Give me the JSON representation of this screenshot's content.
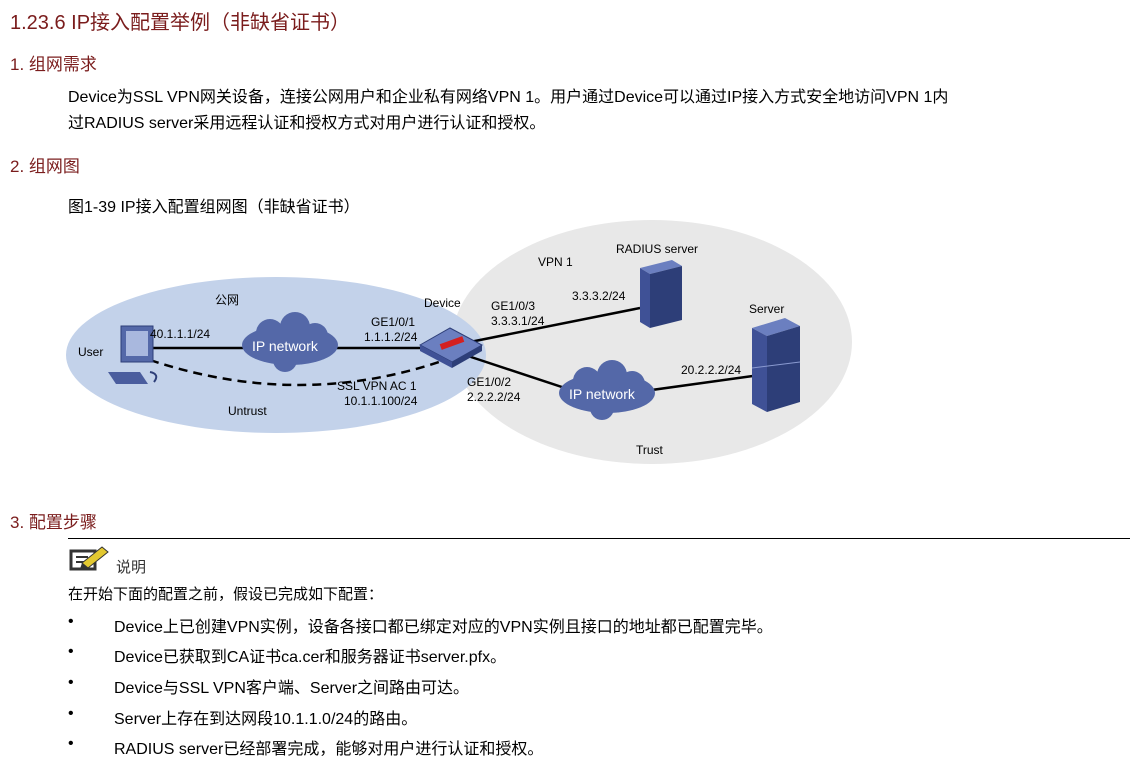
{
  "title": "1.23.6  IP接入配置举例（非缺省证书）",
  "sections": {
    "s1": "1. 组网需求",
    "s2": "2. 组网图",
    "s3": "3. 配置步骤"
  },
  "requirement": {
    "line1": "Device为SSL VPN网关设备，连接公网用户和企业私有网络VPN 1。用户通过Device可以通过IP接入方式安全地访问VPN 1内",
    "line2": "过RADIUS server采用远程认证和授权方式对用户进行认证和授权。"
  },
  "figure": {
    "caption": "图1-39 IP接入配置组网图（非缺省证书）",
    "labels": {
      "public_net": "公网",
      "user": "User",
      "user_ip": "40.1.1.1/24",
      "cloud1": "IP network",
      "ge101": "GE1/0/1",
      "ge101_ip": "1.1.1.2/24",
      "device": "Device",
      "sslvpn_ac": "SSL VPN AC 1",
      "sslvpn_ac_ip": "10.1.1.100/24",
      "untrust": "Untrust",
      "vpn1": "VPN 1",
      "radius": "RADIUS server",
      "radius_ip": "3.3.3.2/24",
      "ge103": "GE1/0/3",
      "ge103_ip": "3.3.3.1/24",
      "server": "Server",
      "server_ip": "20.2.2.2/24",
      "ge102": "GE1/0/2",
      "ge102_ip": "2.2.2.2/24",
      "cloud2": "IP network",
      "trust": "Trust"
    }
  },
  "note": {
    "title": "说明",
    "intro": "在开始下面的配置之前，假设已完成如下配置：",
    "bullet": "•",
    "items": [
      "Device上已创建VPN实例，设备各接口都已绑定对应的VPN实例且接口的地址都已配置完毕。",
      "Device已获取到CA证书ca.cer和服务器证书server.pfx。",
      "Device与SSL VPN客户端、Server之间路由可达。",
      "Server上存在到达网段10.1.1.0/24的路由。",
      "RADIUS server已经部署完成，能够对用户进行认证和授权。"
    ]
  }
}
